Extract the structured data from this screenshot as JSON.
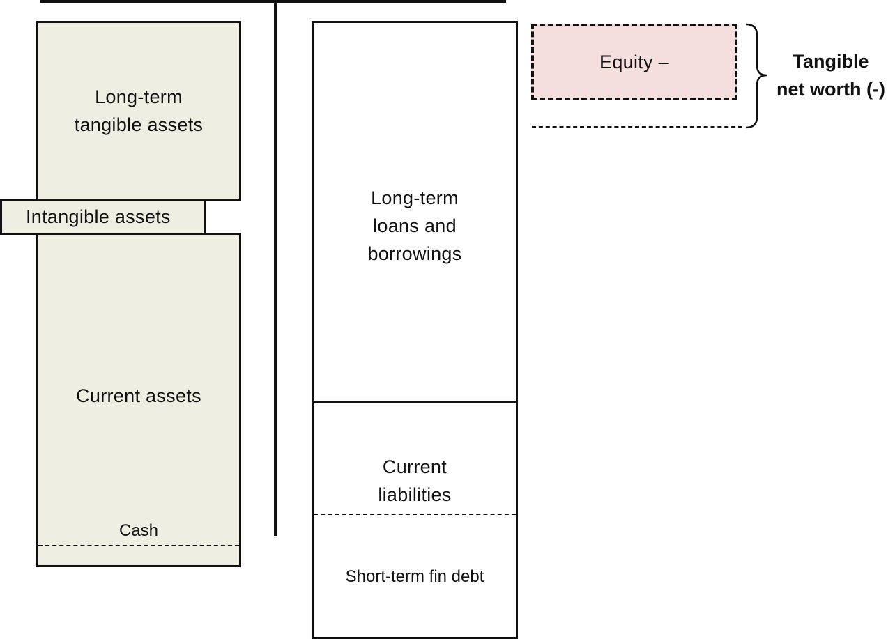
{
  "assets": {
    "long_term_tangible": "Long-term\ntangible assets",
    "intangible": "Intangible assets",
    "current": "Current assets",
    "cash": "Cash"
  },
  "liabilities": {
    "long_term_loans": "Long-term\nloans and\nborrowings",
    "current": "Current\nliabilities",
    "short_term_debt": "Short-term fin debt"
  },
  "equity": {
    "label": "Equity –",
    "bracket_label": "Tangible\nnet worth (-)"
  },
  "colors": {
    "asset_fill": "#eeeee2",
    "equity_fill": "#f4dede",
    "line": "#111111"
  }
}
